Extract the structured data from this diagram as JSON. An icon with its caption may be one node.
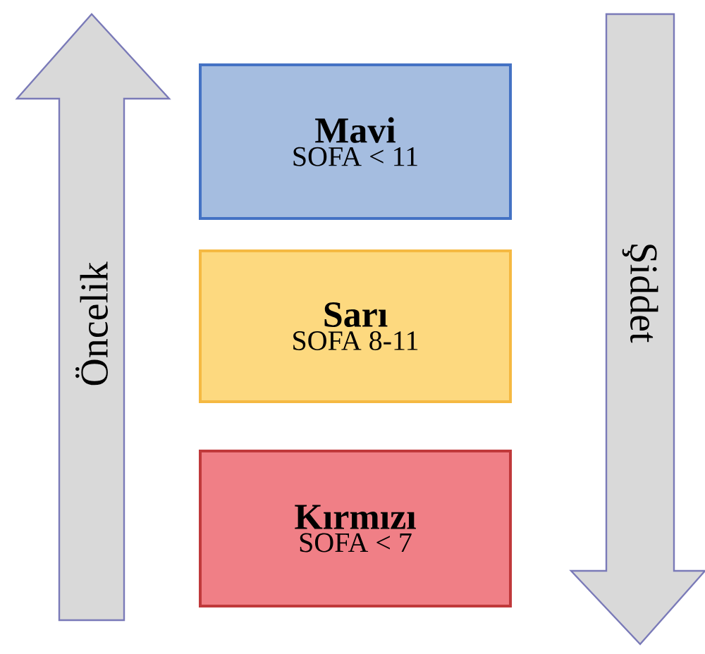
{
  "diagram": {
    "nodes": [
      {
        "text": [
          "Öncelik"
        ]
      },
      {
        "text": [
          "Mavi",
          "SOFA < 11"
        ]
      },
      {
        "text": [
          "Sarı",
          "SOFA 8-11"
        ]
      },
      {
        "text": [
          "Kırmızı",
          "SOFA < 7"
        ]
      },
      {
        "text": [
          "Şiddet"
        ]
      }
    ]
  }
}
